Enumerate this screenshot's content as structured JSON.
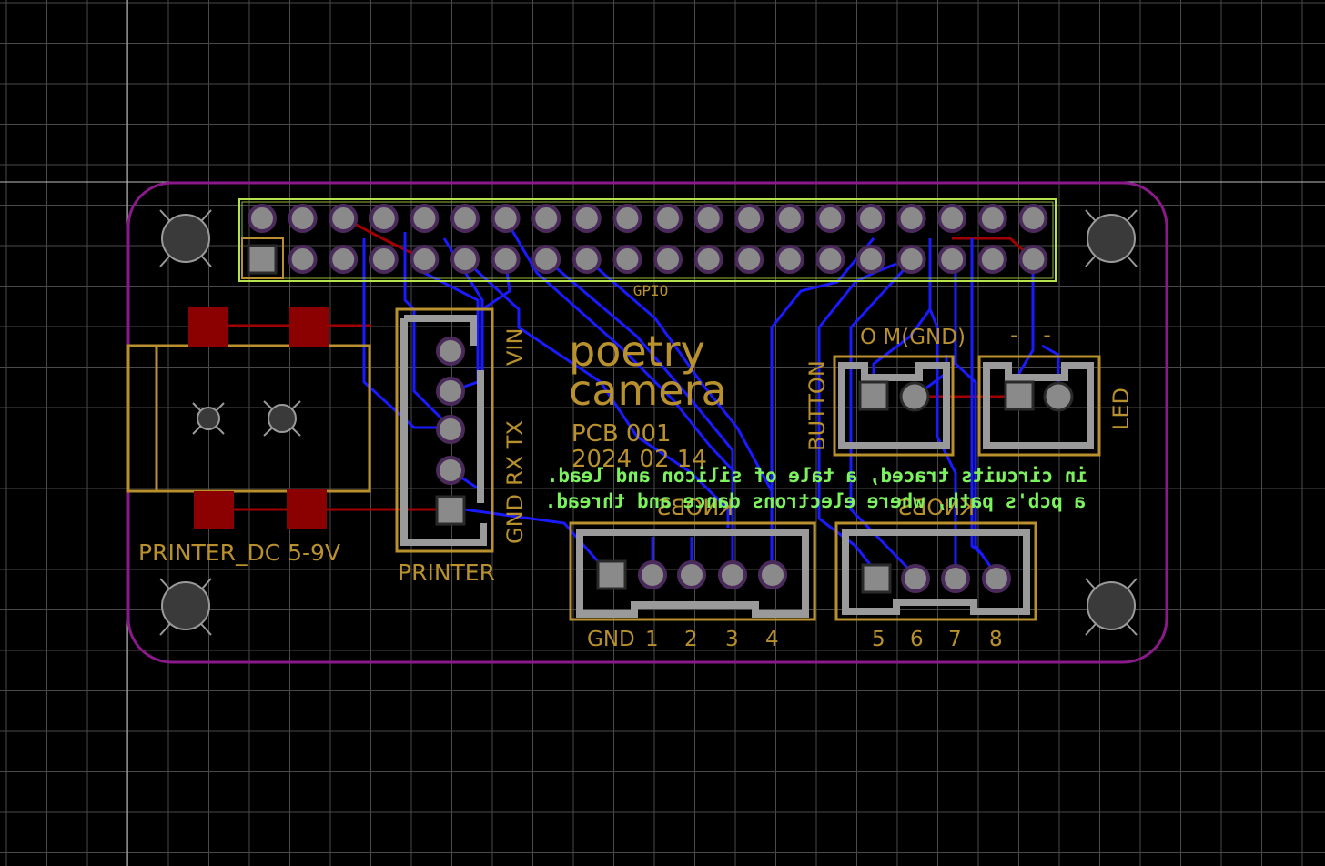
{
  "board": {
    "gpio_label": "GPIO",
    "title_line1": "poetry",
    "title_line2": "camera",
    "pcb_id": "PCB 001",
    "date": "2024 02 14",
    "poem_line1": "in circuits traced, a tale of silicon and lead.",
    "poem_line2": "a pcb's path, where electrons dance and thread."
  },
  "connectors": {
    "printer_dc": {
      "label": "PRINTER_DC 5-9V"
    },
    "printer": {
      "label": "PRINTER",
      "pins": [
        "VIN",
        "RX TX",
        "GND"
      ]
    },
    "button": {
      "label": "BUTTON",
      "pins_label": "O M(GND)"
    },
    "led": {
      "label": "LED",
      "pins_label": "- -"
    },
    "knobs_a": {
      "label": "KNOBS",
      "pins": [
        "GND",
        "1",
        "2",
        "3",
        "4"
      ]
    },
    "knobs_b": {
      "label": "KNOBS",
      "pins": [
        "5",
        "6",
        "7",
        "8"
      ]
    }
  },
  "colors": {
    "background": "#000000",
    "grid": "#5a5a5a",
    "board_outline": "#8a1a8a",
    "silkscreen": "#b8902e",
    "copper_bottom": "#1a1aff",
    "copper_top": "#a00000",
    "pad": "#8a8a8a",
    "courtyard": "#b7e34a",
    "text_green": "#7cf25e"
  }
}
